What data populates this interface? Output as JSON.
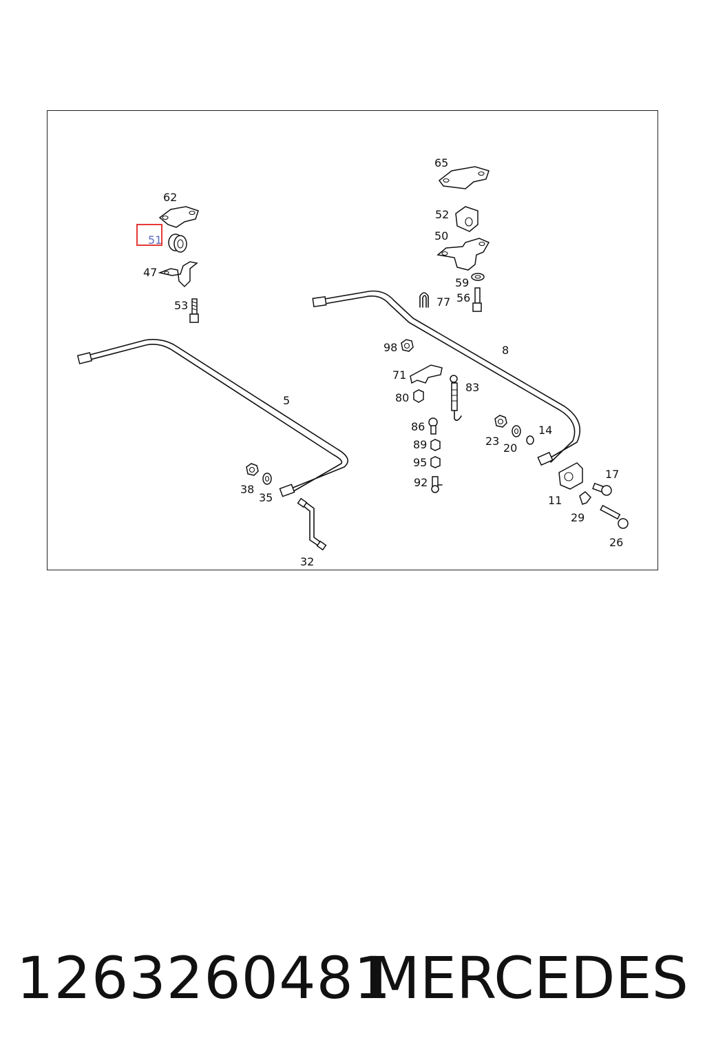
{
  "diagram": {
    "highlight_color": "#e53935",
    "highlighted_label": "51",
    "labels": {
      "p62": "62",
      "p51": "51",
      "p47": "47",
      "p53": "53",
      "p65": "65",
      "p52": "52",
      "p50": "50",
      "p59": "59",
      "p56": "56",
      "p77": "77",
      "p98": "98",
      "p71": "71",
      "p83": "83",
      "p80": "80",
      "p86": "86",
      "p89": "89",
      "p95": "95",
      "p92": "92",
      "p8": "8",
      "p5": "5",
      "p23": "23",
      "p20": "20",
      "p14": "14",
      "p38": "38",
      "p35": "35",
      "p32": "32",
      "p17": "17",
      "p11": "11",
      "p29": "29",
      "p26": "26"
    }
  },
  "footer": {
    "part_number": "1263260481",
    "brand": "MERCEDES"
  }
}
